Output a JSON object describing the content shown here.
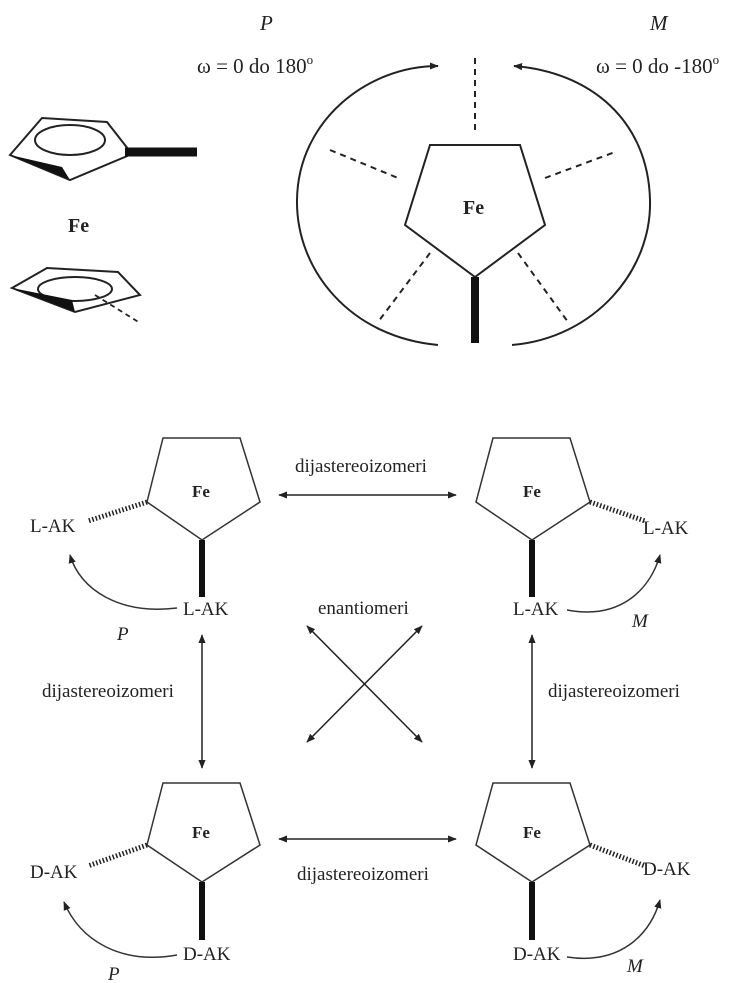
{
  "top": {
    "p_label": "P",
    "m_label": "M",
    "p_range": "ω = 0 do 180",
    "m_range": "ω = 0 do -180",
    "degree": "o",
    "center_metal": "Fe",
    "left_metal": "Fe"
  },
  "matrix": {
    "metal": "Fe",
    "top_relation": "dijastereoizomeri",
    "bottom_relation": "dijastereoizomeri",
    "left_relation": "dijastereoizomeri",
    "right_relation": "dijastereoizomeri",
    "diagonal_relation": "enantiomeri",
    "tl": {
      "side": "L-AK",
      "bottom": "L-AK",
      "helix": "P"
    },
    "tr": {
      "side": "L-AK",
      "bottom": "L-AK",
      "helix": "M"
    },
    "bl": {
      "side": "D-AK",
      "bottom": "D-AK",
      "helix": "P"
    },
    "br": {
      "side": "D-AK",
      "bottom": "D-AK",
      "helix": "M"
    }
  }
}
